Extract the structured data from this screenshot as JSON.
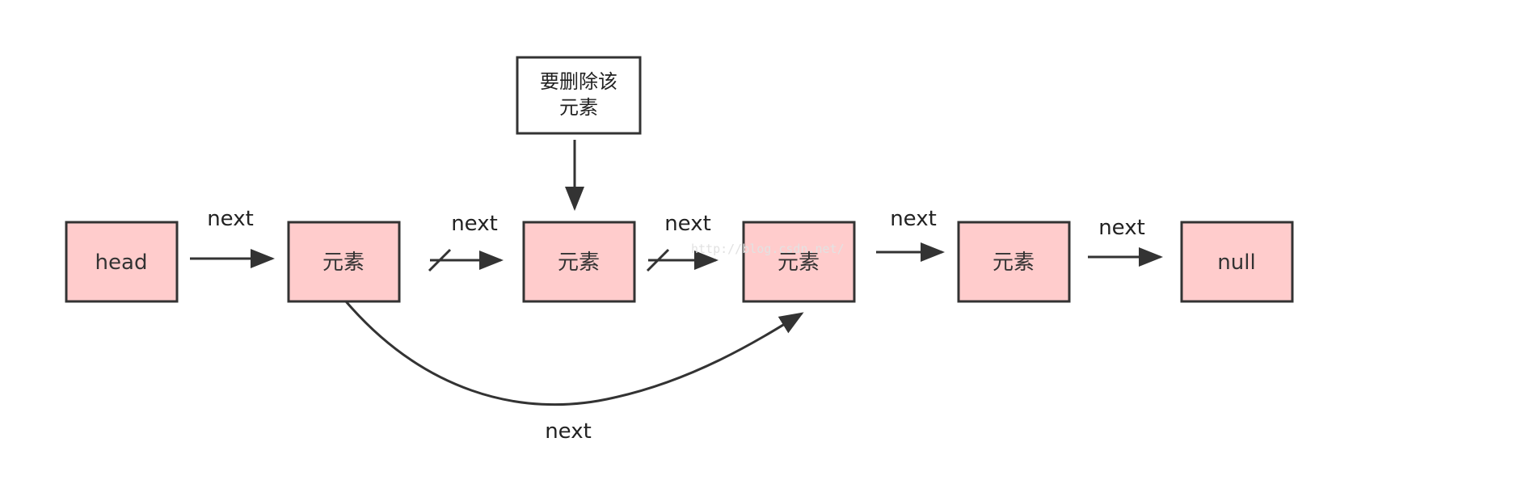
{
  "colors": {
    "node_fill": "#ffcccc",
    "stroke": "#333333",
    "arrow": "#333333"
  },
  "nodes": [
    {
      "id": "head",
      "label": "head"
    },
    {
      "id": "e1",
      "label": "元素"
    },
    {
      "id": "e2",
      "label": "元素"
    },
    {
      "id": "e3",
      "label": "元素"
    },
    {
      "id": "e4",
      "label": "元素"
    },
    {
      "id": "null",
      "label": "null"
    }
  ],
  "edges": [
    {
      "from": "head",
      "to": "e1",
      "label": "next",
      "cut": false
    },
    {
      "from": "e1",
      "to": "e2",
      "label": "next",
      "cut": true
    },
    {
      "from": "e2",
      "to": "e3",
      "label": "next",
      "cut": true
    },
    {
      "from": "e3",
      "to": "e4",
      "label": "next",
      "cut": false
    },
    {
      "from": "e4",
      "to": "null",
      "label": "next",
      "cut": false
    }
  ],
  "bypass": {
    "from": "e1",
    "to": "e3",
    "label": "next"
  },
  "callout": {
    "target": "e2",
    "lines": [
      "要删除该",
      "元素"
    ]
  },
  "watermark": "http://blog.csdn.net/"
}
